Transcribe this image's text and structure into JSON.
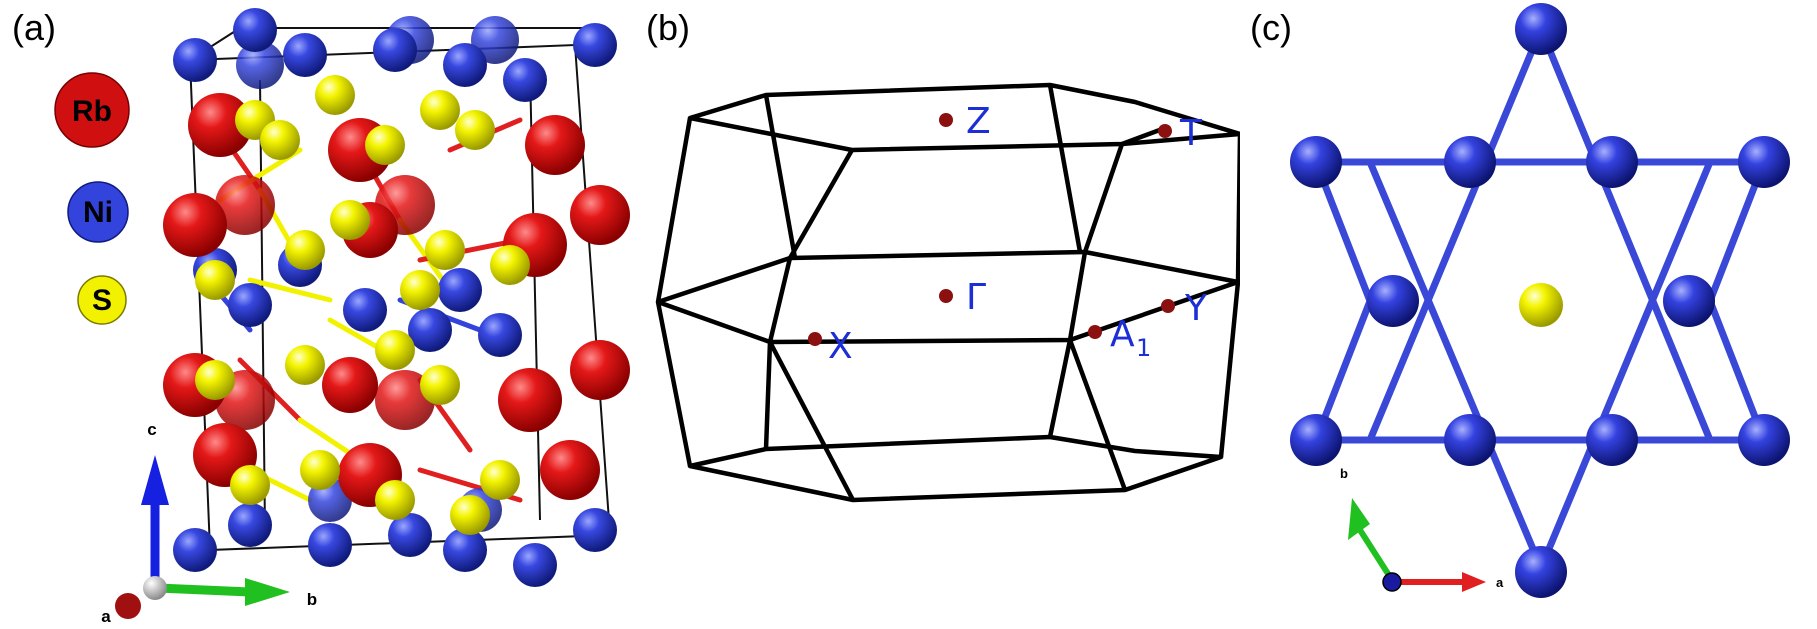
{
  "panel_a": {
    "label": "(a)",
    "legend": [
      {
        "symbol": "Rb",
        "color": "#d01010"
      },
      {
        "symbol": "Ni",
        "color": "#3344dd"
      },
      {
        "symbol": "S",
        "color": "#f2f200"
      }
    ],
    "axes": {
      "c": "c",
      "b": "b",
      "a": "a"
    }
  },
  "panel_b": {
    "label": "(b)",
    "points": [
      {
        "name": "Z"
      },
      {
        "name": "T"
      },
      {
        "name": "Γ"
      },
      {
        "name": "X"
      },
      {
        "name": "A",
        "sub": "1"
      },
      {
        "name": "Y"
      }
    ]
  },
  "panel_c": {
    "label": "(c)",
    "axes": {
      "b": "b",
      "a": "a"
    }
  },
  "colors": {
    "rb": "#d01010",
    "ni": "#3344dd",
    "s": "#f2f200",
    "kpoint_label": "#1c2fd6",
    "kpoint_dot": "#8b1010",
    "bond_ni": "#3a48d8"
  }
}
